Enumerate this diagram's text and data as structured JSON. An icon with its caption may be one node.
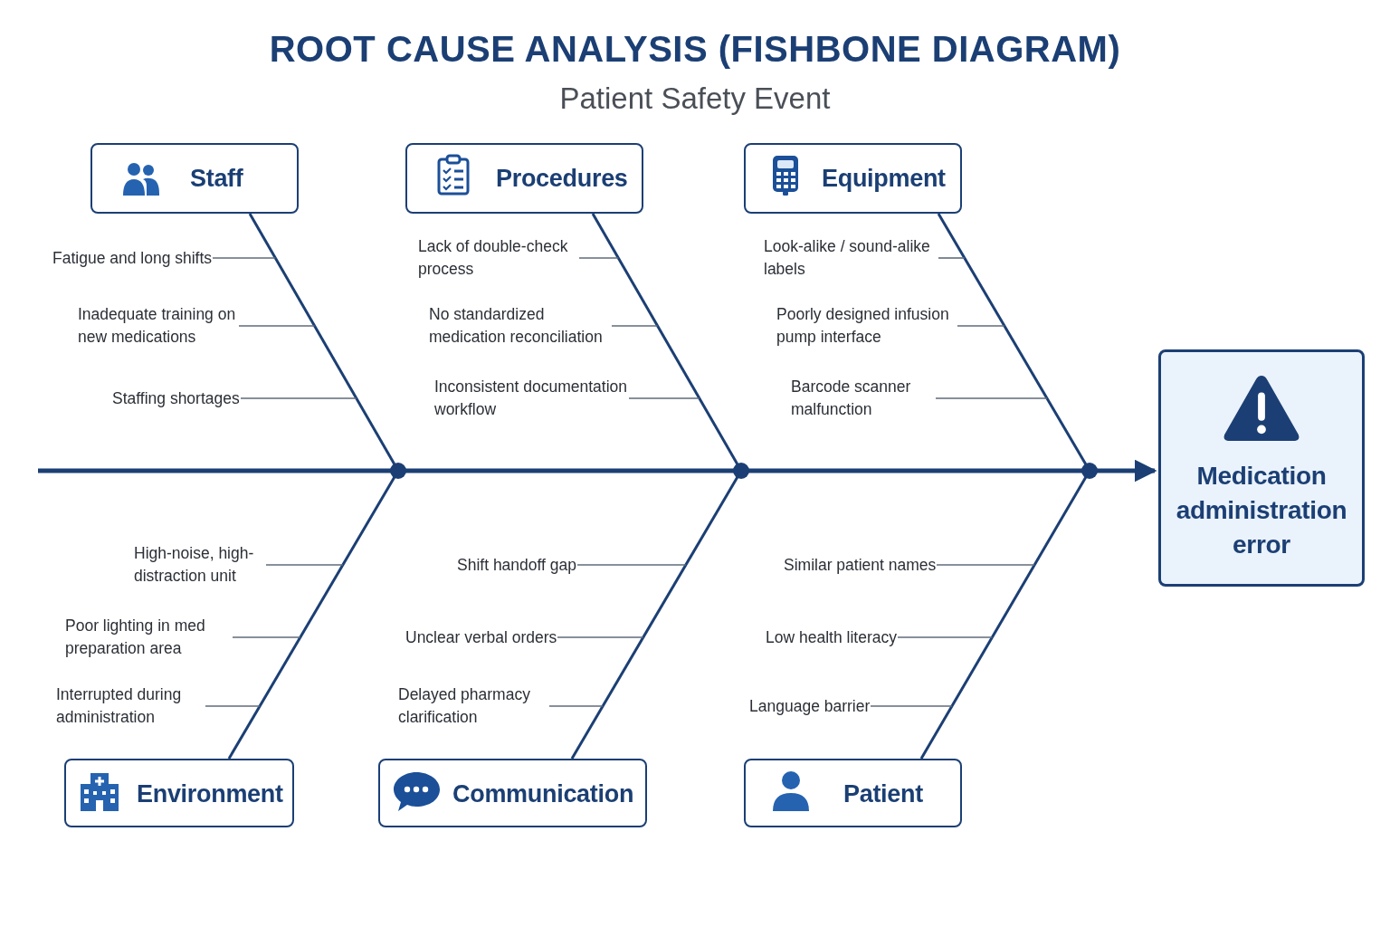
{
  "diagram": {
    "title": "ROOT CAUSE ANALYSIS (FISHBONE DIAGRAM)",
    "nodes": [
      {
        "text": [
          "Staff"
        ]
      },
      {
        "text": [
          "Procedures"
        ]
      },
      {
        "text": [
          "Equipment"
        ]
      },
      {
        "text": [
          "Environment"
        ]
      },
      {
        "text": [
          "Communication"
        ]
      },
      {
        "text": [
          "Patient"
        ]
      },
      {
        "text": [
          "Medication administration error"
        ]
      },
      {
        "text": [],
        "shape": "circle"
      },
      {
        "text": [],
        "shape": "circle"
      },
      {
        "text": [],
        "shape": "circle"
      },
      {
        "text": [
          "Fatigue and long shifts"
        ]
      },
      {
        "text": [
          "Inadequate training on new medications"
        ]
      },
      {
        "text": [
          "Staffing shortages"
        ]
      },
      {
        "text": [
          "Lack of double-check process"
        ]
      },
      {
        "text": [
          "No standardized medication reconciliation"
        ]
      },
      {
        "text": [
          "Inconsistent documentation workflow"
        ]
      },
      {
        "text": [
          "Look-alike / sound-alike labels"
        ]
      },
      {
        "text": [
          "Poorly designed infusion pump interface"
        ]
      },
      {
        "text": [
          "Barcode scanner malfunction"
        ]
      },
      {
        "text": [
          "High-noise, high-distraction unit"
        ]
      },
      {
        "text": [
          "Poor lighting in med preparation area"
        ]
      },
      {
        "text": [
          "Interrupted during administration"
        ]
      },
      {
        "text": [
          "Shift handoff gap"
        ]
      },
      {
        "text": [
          "Unclear verbal orders"
        ]
      },
      {
        "text": [
          "Delayed pharmacy clarification"
        ]
      },
      {
        "text": [
          "Similar patient names"
        ]
      },
      {
        "text": [
          "Low health literacy"
        ]
      },
      {
        "text": [
          "Language barrier"
        ]
      }
    ],
    "edges": [
      {
        "from": null,
        "to": 7,
        "arrow": "none",
        "style": "thick",
        "color": "#1b3f74"
      },
      {
        "from": 7,
        "to": 8,
        "arrow": "none",
        "style": "thick",
        "color": "#1b3f74"
      },
      {
        "from": 8,
        "to": 9,
        "arrow": "none",
        "style": "thick",
        "color": "#1b3f74"
      },
      {
        "from": 9,
        "to": 6,
        "arrow": "to",
        "style": "thick",
        "color": "#1b3f74"
      },
      {
        "from": 0,
        "to": 7,
        "arrow": "none",
        "color": "#1b3f74"
      },
      {
        "from": 3,
        "to": 7,
        "arrow": "none",
        "color": "#1b3f74"
      },
      {
        "from": 1,
        "to": 8,
        "arrow": "none",
        "color": "#1b3f74"
      },
      {
        "from": 4,
        "to": 8,
        "arrow": "none",
        "color": "#1b3f74"
      },
      {
        "from": 2,
        "to": 9,
        "arrow": "none",
        "color": "#1b3f74"
      },
      {
        "from": 5,
        "to": 9,
        "arrow": "none",
        "color": "#1b3f74"
      },
      {
        "from": 10,
        "to": null,
        "arrow": "none"
      },
      {
        "from": 11,
        "to": null,
        "arrow": "none"
      },
      {
        "from": 12,
        "to": null,
        "arrow": "none"
      },
      {
        "from": 13,
        "to": null,
        "arrow": "none"
      },
      {
        "from": 14,
        "to": null,
        "arrow": "none"
      },
      {
        "from": 15,
        "to": null,
        "arrow": "none"
      },
      {
        "from": 16,
        "to": null,
        "arrow": "none"
      },
      {
        "from": 17,
        "to": null,
        "arrow": "none"
      },
      {
        "from": 18,
        "to": null,
        "arrow": "none"
      },
      {
        "from": 19,
        "to": null,
        "arrow": "none"
      },
      {
        "from": 20,
        "to": null,
        "arrow": "none"
      },
      {
        "from": 21,
        "to": null,
        "arrow": "none"
      },
      {
        "from": 22,
        "to": null,
        "arrow": "none"
      },
      {
        "from": 23,
        "to": null,
        "arrow": "none"
      },
      {
        "from": 24,
        "to": null,
        "arrow": "none"
      },
      {
        "from": 25,
        "to": null,
        "arrow": "none"
      },
      {
        "from": 26,
        "to": null,
        "arrow": "none"
      },
      {
        "from": 27,
        "to": null,
        "arrow": "none"
      }
    ],
    "labels": [
      "Patient Safety Event"
    ]
  }
}
